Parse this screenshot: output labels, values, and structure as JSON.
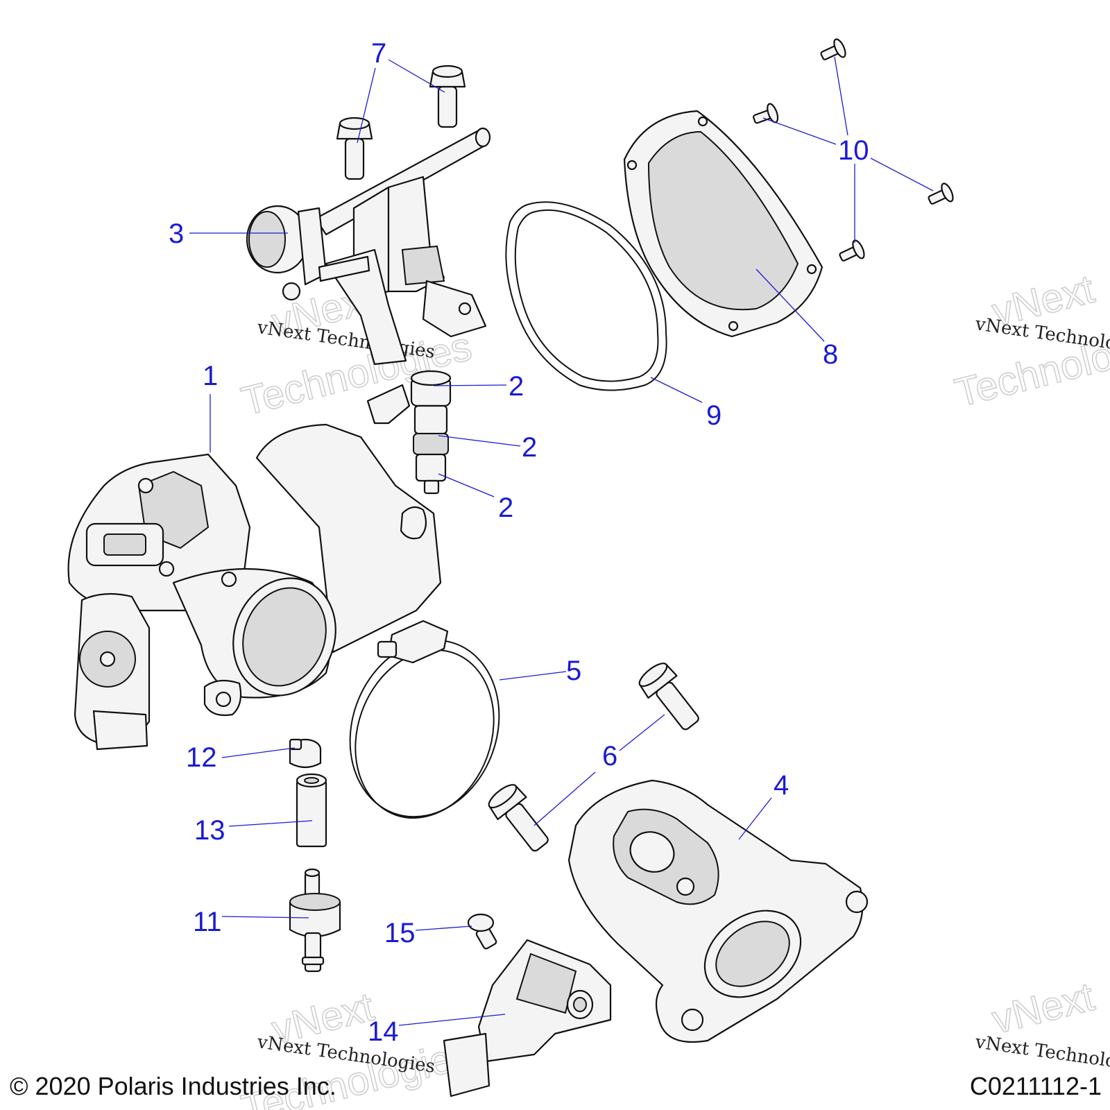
{
  "copyright": "© 2020 Polaris Industries Inc.",
  "figure_id": "C0211112-1",
  "watermark": {
    "line1": "vNext Technologies",
    "outline_a": "vNext",
    "outline_b": "Technologies"
  },
  "callouts": [
    {
      "label": "1"
    },
    {
      "label": "2"
    },
    {
      "label": "2"
    },
    {
      "label": "2"
    },
    {
      "label": "3"
    },
    {
      "label": "4"
    },
    {
      "label": "5"
    },
    {
      "label": "6"
    },
    {
      "label": "7"
    },
    {
      "label": "8"
    },
    {
      "label": "9"
    },
    {
      "label": "10"
    },
    {
      "label": "11"
    },
    {
      "label": "12"
    },
    {
      "label": "13"
    },
    {
      "label": "14"
    },
    {
      "label": "15"
    }
  ]
}
